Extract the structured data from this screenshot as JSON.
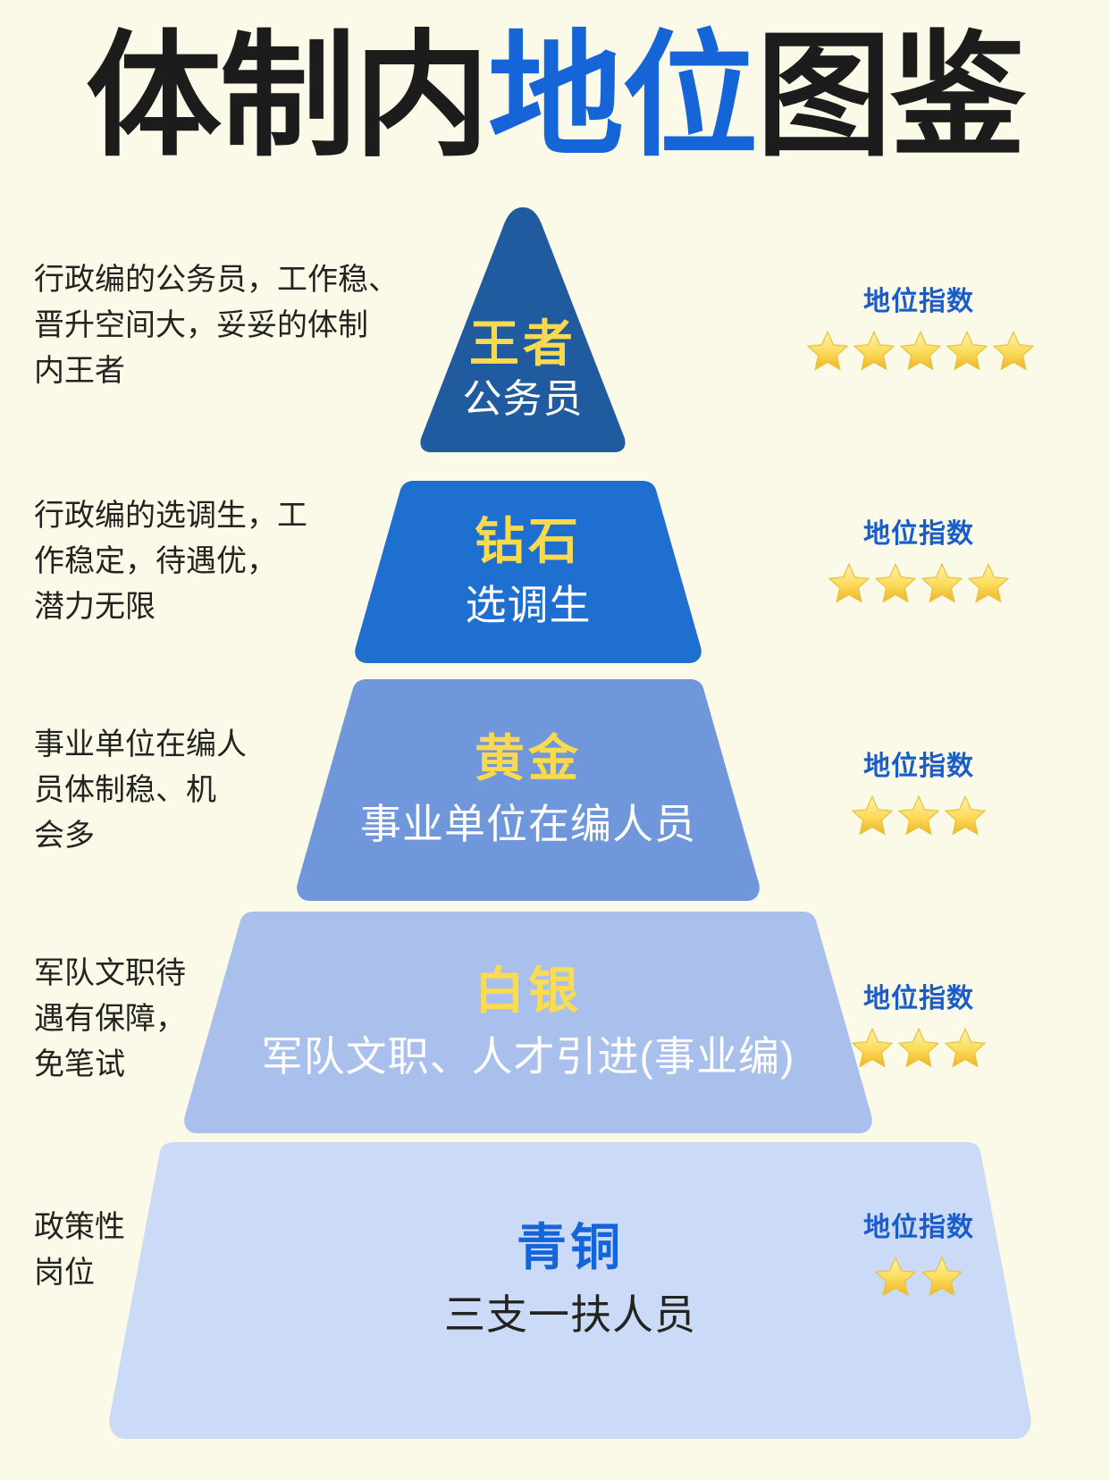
{
  "title": {
    "full": "体制内地位图鉴",
    "segments": [
      {
        "text": "体制内",
        "color": "#1C1C1C"
      },
      {
        "text": "地位",
        "color": "#1565D8"
      },
      {
        "text": "图鉴",
        "color": "#1C1C1C"
      }
    ]
  },
  "background_color": "#FBF9E8",
  "index_label": "地位指数",
  "index_label_color": "#1A5CC8",
  "star_icon": "star-icon",
  "star_color": "#F6D34A",
  "tiers": [
    {
      "rank": "王者",
      "role": "公务员",
      "description": "行政编的公务员，工作稳、\n晋升空间大，妥妥的体制\n内王者",
      "stars": 5,
      "fill": "#1F5B9E",
      "rank_color": "#F9D94E",
      "role_color": "#FFFFFF"
    },
    {
      "rank": "钻石",
      "role": "选调生",
      "description": "行政编的选调生，工\n作稳定，待遇优，\n潜力无限",
      "stars": 4,
      "fill": "#1E6FD0",
      "rank_color": "#F9D94E",
      "role_color": "#FFFFFF"
    },
    {
      "rank": "黄金",
      "role": "事业单位在编人员",
      "description": "事业单位在编人\n员体制稳、机\n会多",
      "stars": 3,
      "fill": "#7096DB",
      "rank_color": "#F9D94E",
      "role_color": "#FFFFFF"
    },
    {
      "rank": "白银",
      "role": "军队文职、人才引进(事业编)",
      "description": "军队文职待\n遇有保障，\n免笔试",
      "stars": 3,
      "fill": "#A9C0EC",
      "rank_color": "#FBDC4E",
      "role_color": "#FFFFFF"
    },
    {
      "rank": "青铜",
      "role": "三支一扶人员",
      "description": "政策性\n岗位",
      "stars": 2,
      "fill": "#CBDBF7",
      "rank_color": "#1565D8",
      "role_color": "#23231F"
    }
  ]
}
